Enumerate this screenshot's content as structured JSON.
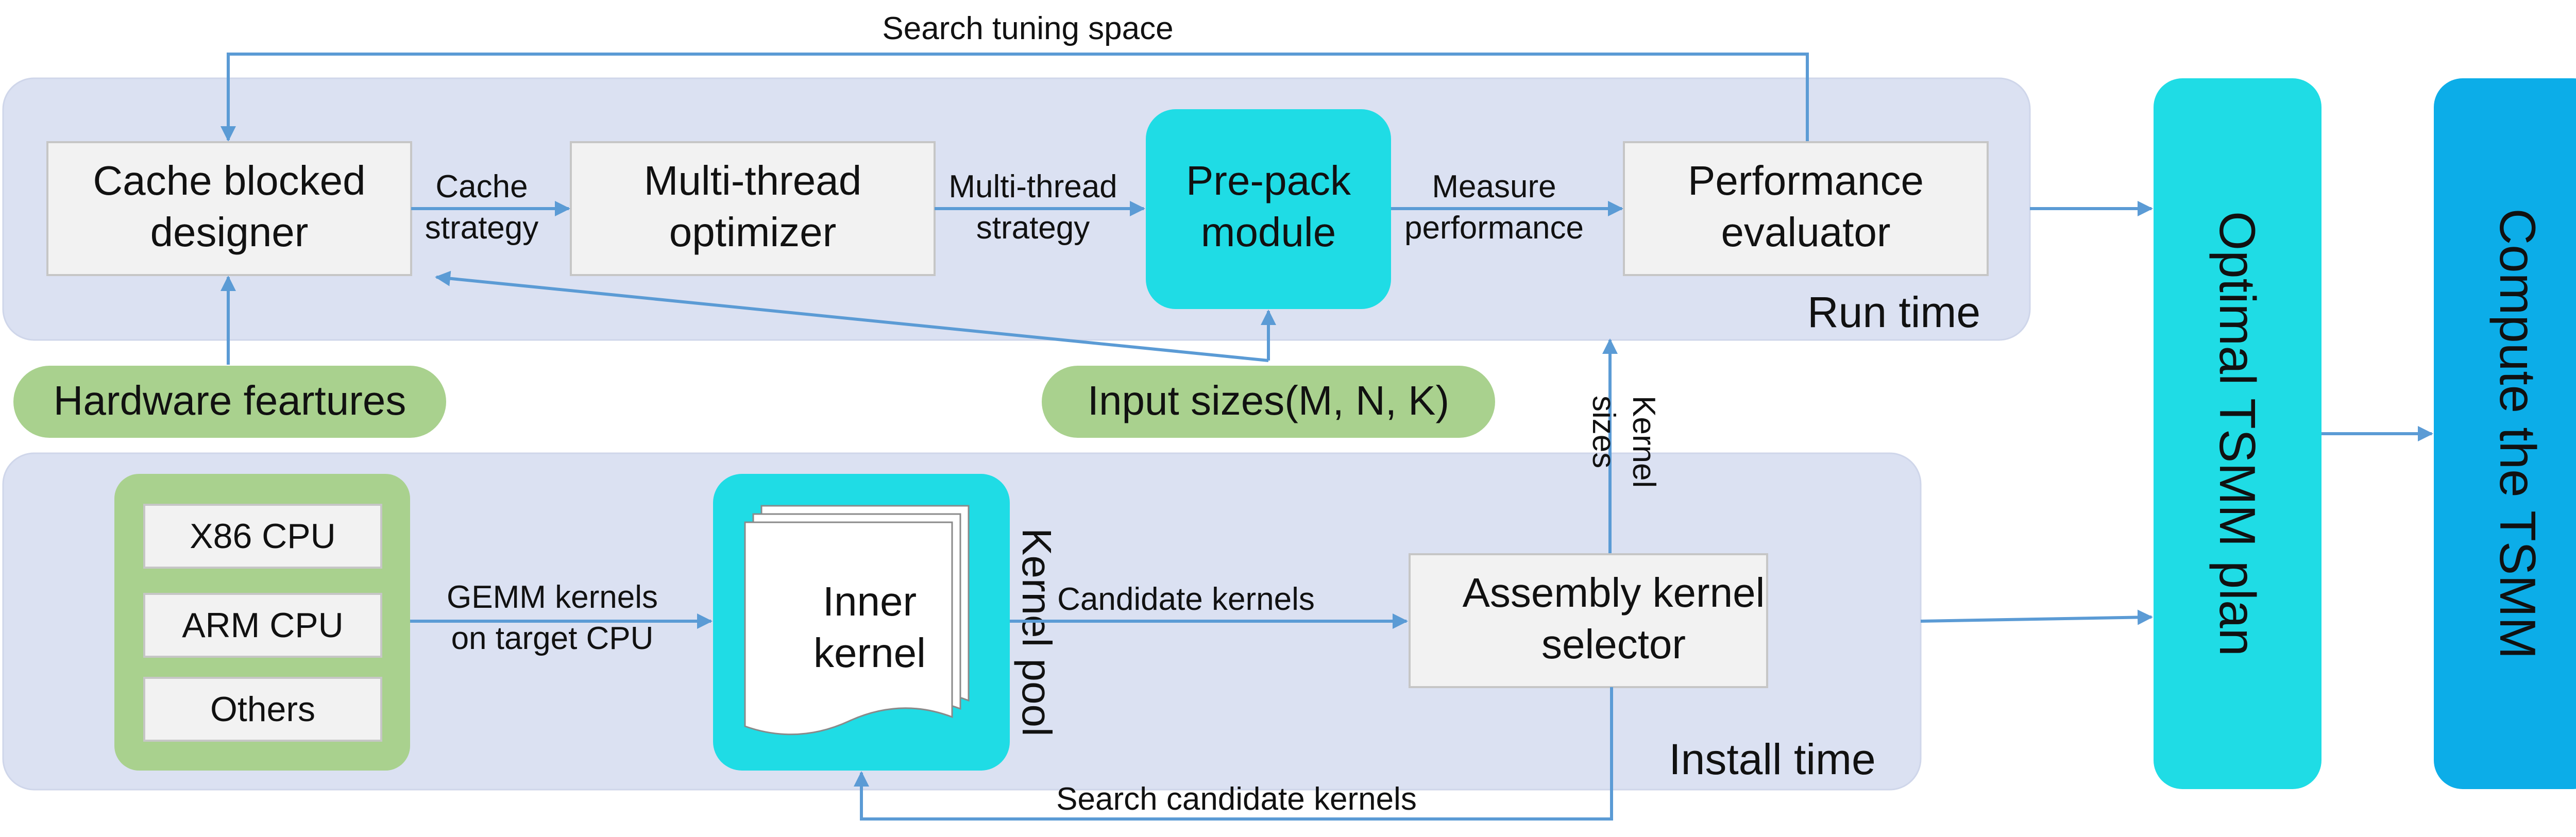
{
  "top_loop_label": "Search tuning space",
  "runtime": {
    "zone_label": "Run time",
    "cache_designer": [
      "Cache blocked",
      "designer"
    ],
    "cache_strategy": [
      "Cache",
      "strategy"
    ],
    "multithread_optimizer": [
      "Multi-thread",
      "optimizer"
    ],
    "multithread_strategy": [
      "Multi-thread",
      "strategy"
    ],
    "prepack_module": [
      "Pre-pack",
      "module"
    ],
    "measure_performance": [
      "Measure",
      "performance"
    ],
    "performance_evaluator": [
      "Performance",
      "evaluator"
    ]
  },
  "inputs": {
    "hardware_features": "Hardware feartures",
    "input_sizes": "Input sizes(M, N, K)"
  },
  "kernel_sizes": [
    "Kernel",
    "sizes"
  ],
  "install": {
    "zone_label": "Install time",
    "cpus": [
      "X86 CPU",
      "ARM CPU",
      "Others"
    ],
    "gemm_kernels": [
      "GEMM kernels",
      "on target CPU"
    ],
    "inner_kernel": [
      "Inner",
      "kernel"
    ],
    "kernel_pool": "Kernel pool",
    "candidate_kernels": "Candidate kernels",
    "assembly_selector": [
      "Assembly kernel",
      "selector"
    ],
    "search_candidate": "Search candidate kernels"
  },
  "optimal_plan": "Optimal TSMM plan",
  "compute_tsmm": "Compute the TSMM",
  "colors": {
    "zone_fill": "#dbe1f2",
    "box_fill": "#f2f2f2",
    "box_stroke": "#c6c6c6",
    "cyan": "#1fdce5",
    "blue": "#0cade8",
    "green": "#a9d18e",
    "arrow": "#5b9bd5"
  }
}
